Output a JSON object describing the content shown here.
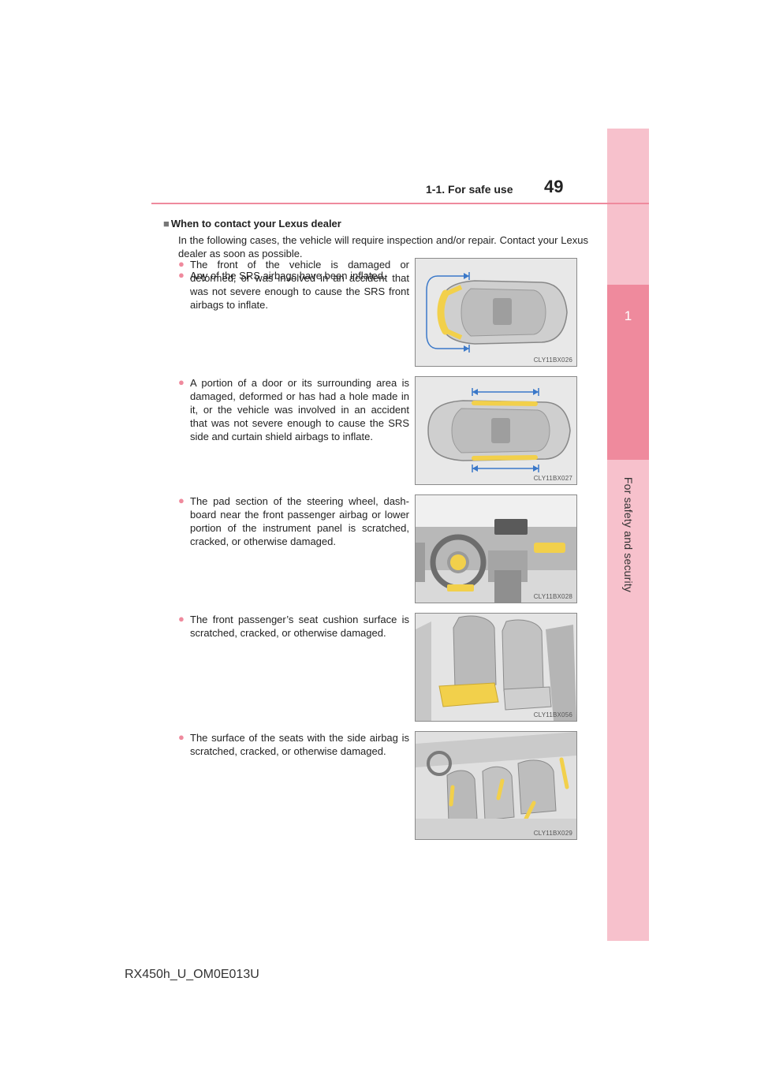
{
  "header": {
    "section": "1-1. For safe use",
    "page_number": "49"
  },
  "side_tab": {
    "chapter_number": "1",
    "chapter_title": "For safety and security"
  },
  "content": {
    "heading": "When to contact your Lexus dealer",
    "intro": "In the following cases, the vehicle will require inspection and/or repair. Contact your Lexus dealer as soon as possible.",
    "bullets": [
      "Any of the SRS airbags have been inflated.",
      "The front of the vehicle is damaged or deformed, or was involved in an accident that was not severe enough to cause the SRS front airbags to inflate.",
      "A portion of a door or its surrounding area is damaged, deformed or has had a hole made in it, or the vehicle was involved in an accident that was not severe enough to cause the SRS side and curtain shield airbags to inflate.",
      "The pad section of the steering wheel, dash-board near the front passenger airbag or lower portion of the instrument panel is scratched, cracked, or otherwise damaged.",
      "The front passenger’s seat cushion surface is scratched, cracked, or otherwise damaged.",
      "The surface of the seats with the side airbag is scratched, cracked, or otherwise damaged."
    ],
    "figures": [
      {
        "code": "CLY11BX026"
      },
      {
        "code": "CLY11BX027"
      },
      {
        "code": "CLY11BX028"
      },
      {
        "code": "CLY11BX056"
      },
      {
        "code": "CLY11BX029"
      }
    ]
  },
  "footer": {
    "model_code": "RX450h_U_OM0E013U"
  },
  "colors": {
    "accent_pink": "#ef8a9d",
    "tab_pink": "#f7c1cc",
    "highlight_yellow": "#f2d04b",
    "arrow_blue": "#3a78c9"
  }
}
